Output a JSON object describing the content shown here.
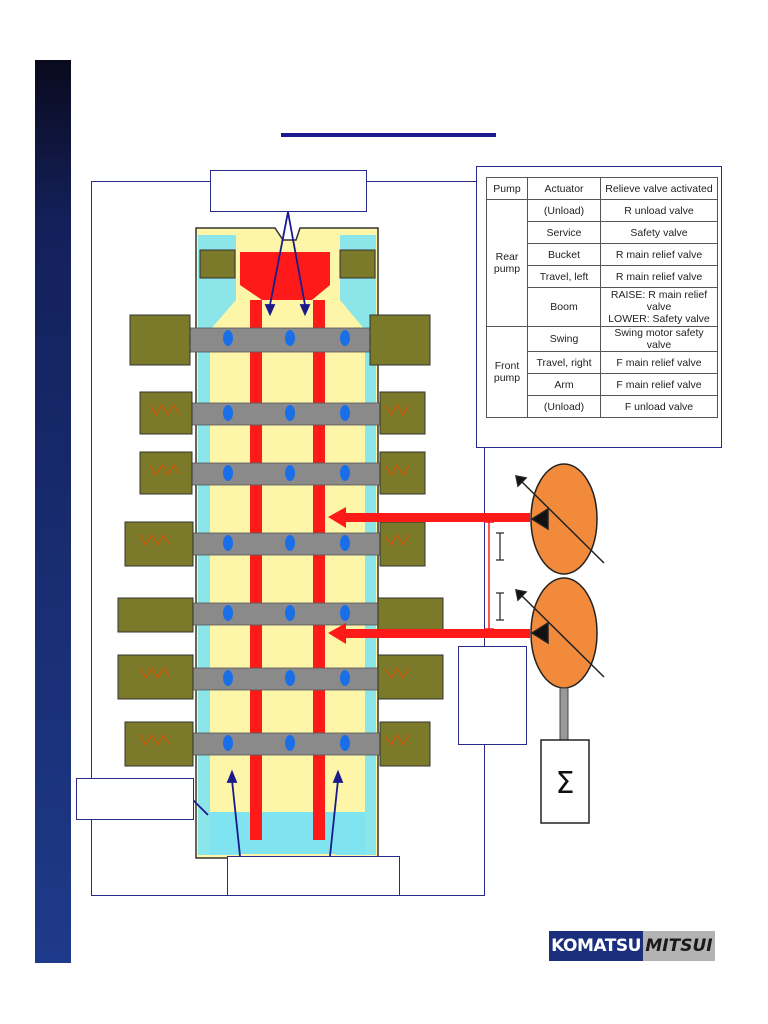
{
  "colors": {
    "sidebar": "#1e3a8a",
    "rule": "#1a1a8c",
    "frame": "#2a2a88",
    "valve_body": "#fdf6a8",
    "return_passage": "#7fe4f0",
    "pump_pressure": "#ff1a1a",
    "spool": "#8a8a8a",
    "port_blue": "#1a6fe8",
    "actuator_housing": "#7a7a2a",
    "pump": "#f28a3c"
  },
  "table": {
    "headers": [
      "Pump",
      "Actuator",
      "Relieve valve activated"
    ],
    "groups": [
      {
        "pump": [
          "Rear",
          "pump"
        ],
        "rows": [
          {
            "actuator": "(Unload)",
            "valve": [
              "R unload valve"
            ]
          },
          {
            "actuator": "Service",
            "valve": [
              "Safety valve"
            ]
          },
          {
            "actuator": "Bucket",
            "valve": [
              "R main relief valve"
            ]
          },
          {
            "actuator": "Travel, left",
            "valve": [
              "R main relief valve"
            ]
          },
          {
            "actuator": "Boom",
            "valve": [
              "RAISE: R main relief valve",
              "LOWER: Safety valve"
            ]
          }
        ]
      },
      {
        "pump": [
          "Front",
          "pump"
        ],
        "rows": [
          {
            "actuator": "Swing",
            "valve": [
              "Swing motor safety valve"
            ]
          },
          {
            "actuator": "Travel, right",
            "valve": [
              "F main relief valve"
            ]
          },
          {
            "actuator": "Arm",
            "valve": [
              "F main relief valve"
            ]
          },
          {
            "actuator": "(Unload)",
            "valve": [
              "F unload valve"
            ]
          }
        ]
      }
    ]
  },
  "engine_symbol": "Σ",
  "logo": {
    "left": "KOMATSU",
    "right": "MITSUI"
  }
}
